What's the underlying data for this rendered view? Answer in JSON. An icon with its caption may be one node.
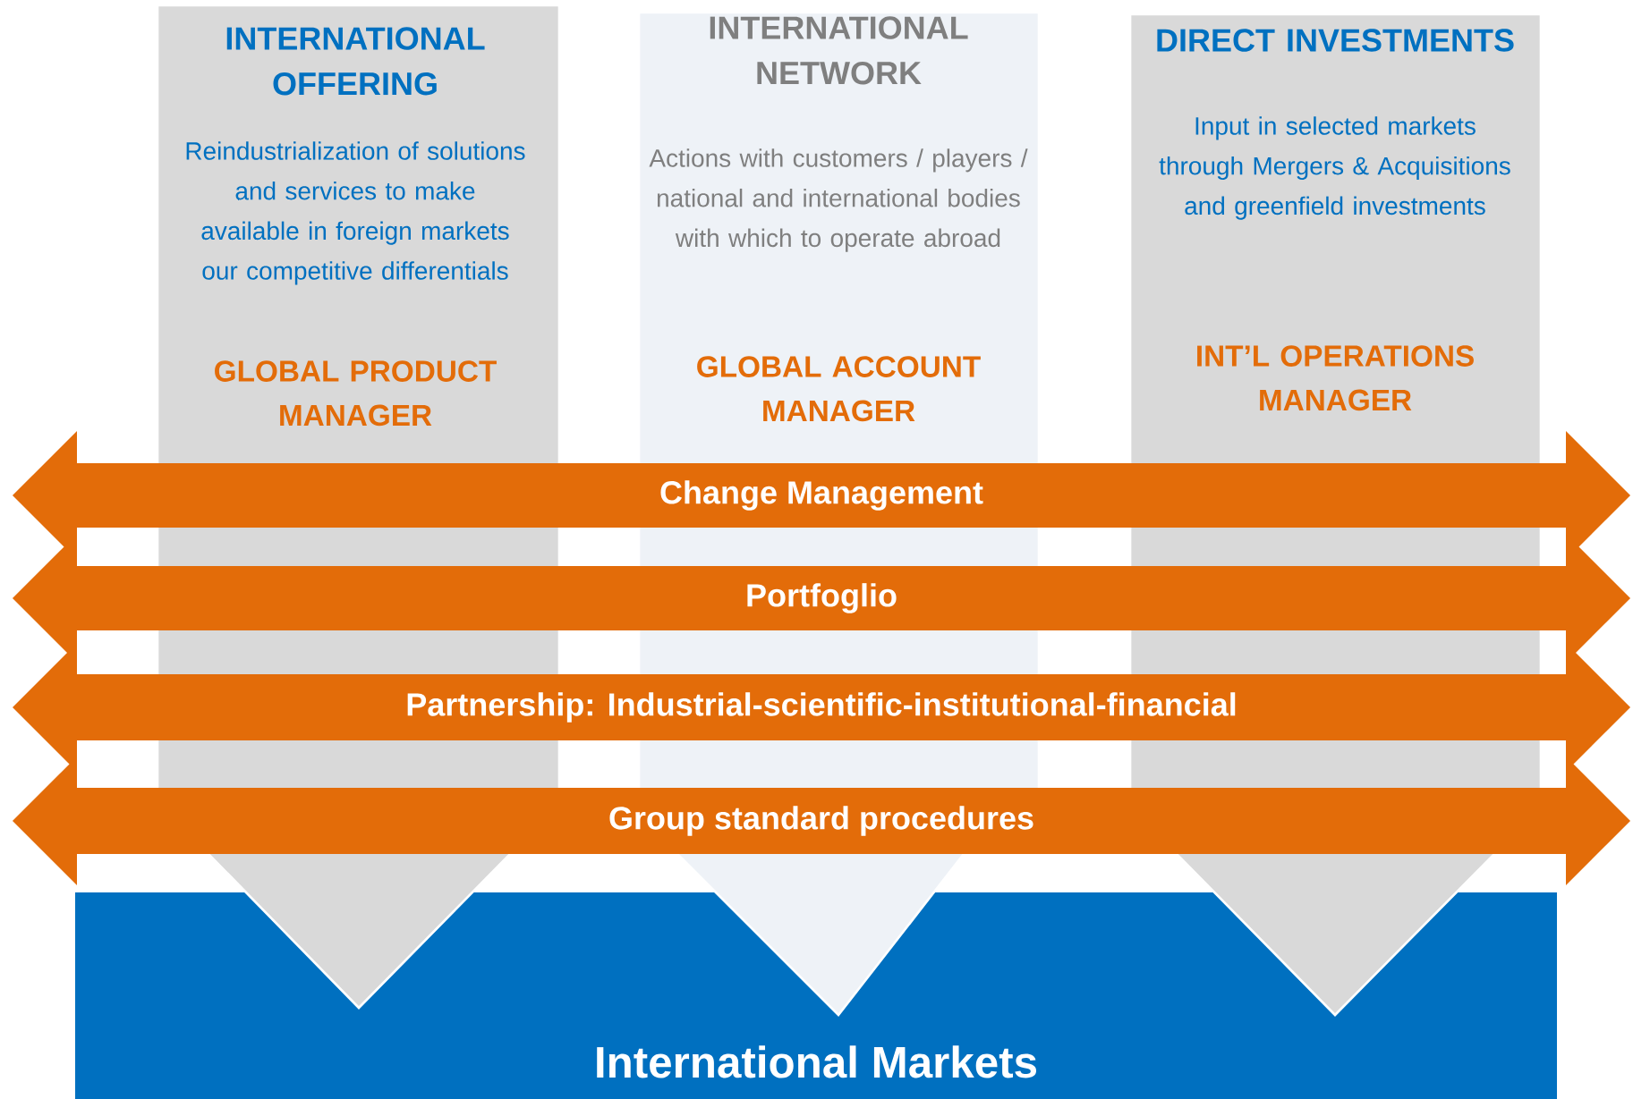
{
  "diagram": {
    "nodes": [
      {
        "text": [
          "INTERNATIONAL OFFERING",
          "Reindustrialization of solutions and services to make available in foreign markets our competitive differentials",
          "GLOBAL PRODUCT MANAGER"
        ]
      },
      {
        "text": [
          "INTERNATIONAL NETWORK",
          "Actions with customers / players / national and international bodies with which to operate abroad",
          "GLOBAL ACCOUNT MANAGER"
        ]
      },
      {
        "text": [
          "DIRECT INVESTMENTS",
          "Input in selected markets through Mergers & Acquisitions and greenfield investments",
          "INT’L OPERATIONS MANAGER"
        ]
      },
      {
        "text": [
          "Change Management"
        ]
      },
      {
        "text": [
          "Portfoglio"
        ]
      },
      {
        "text": [
          "Partnership: Industrial-scientific-institutional-financial"
        ]
      },
      {
        "text": [
          "Group standard procedures"
        ]
      },
      {
        "text": [
          "International  Markets"
        ]
      }
    ]
  }
}
